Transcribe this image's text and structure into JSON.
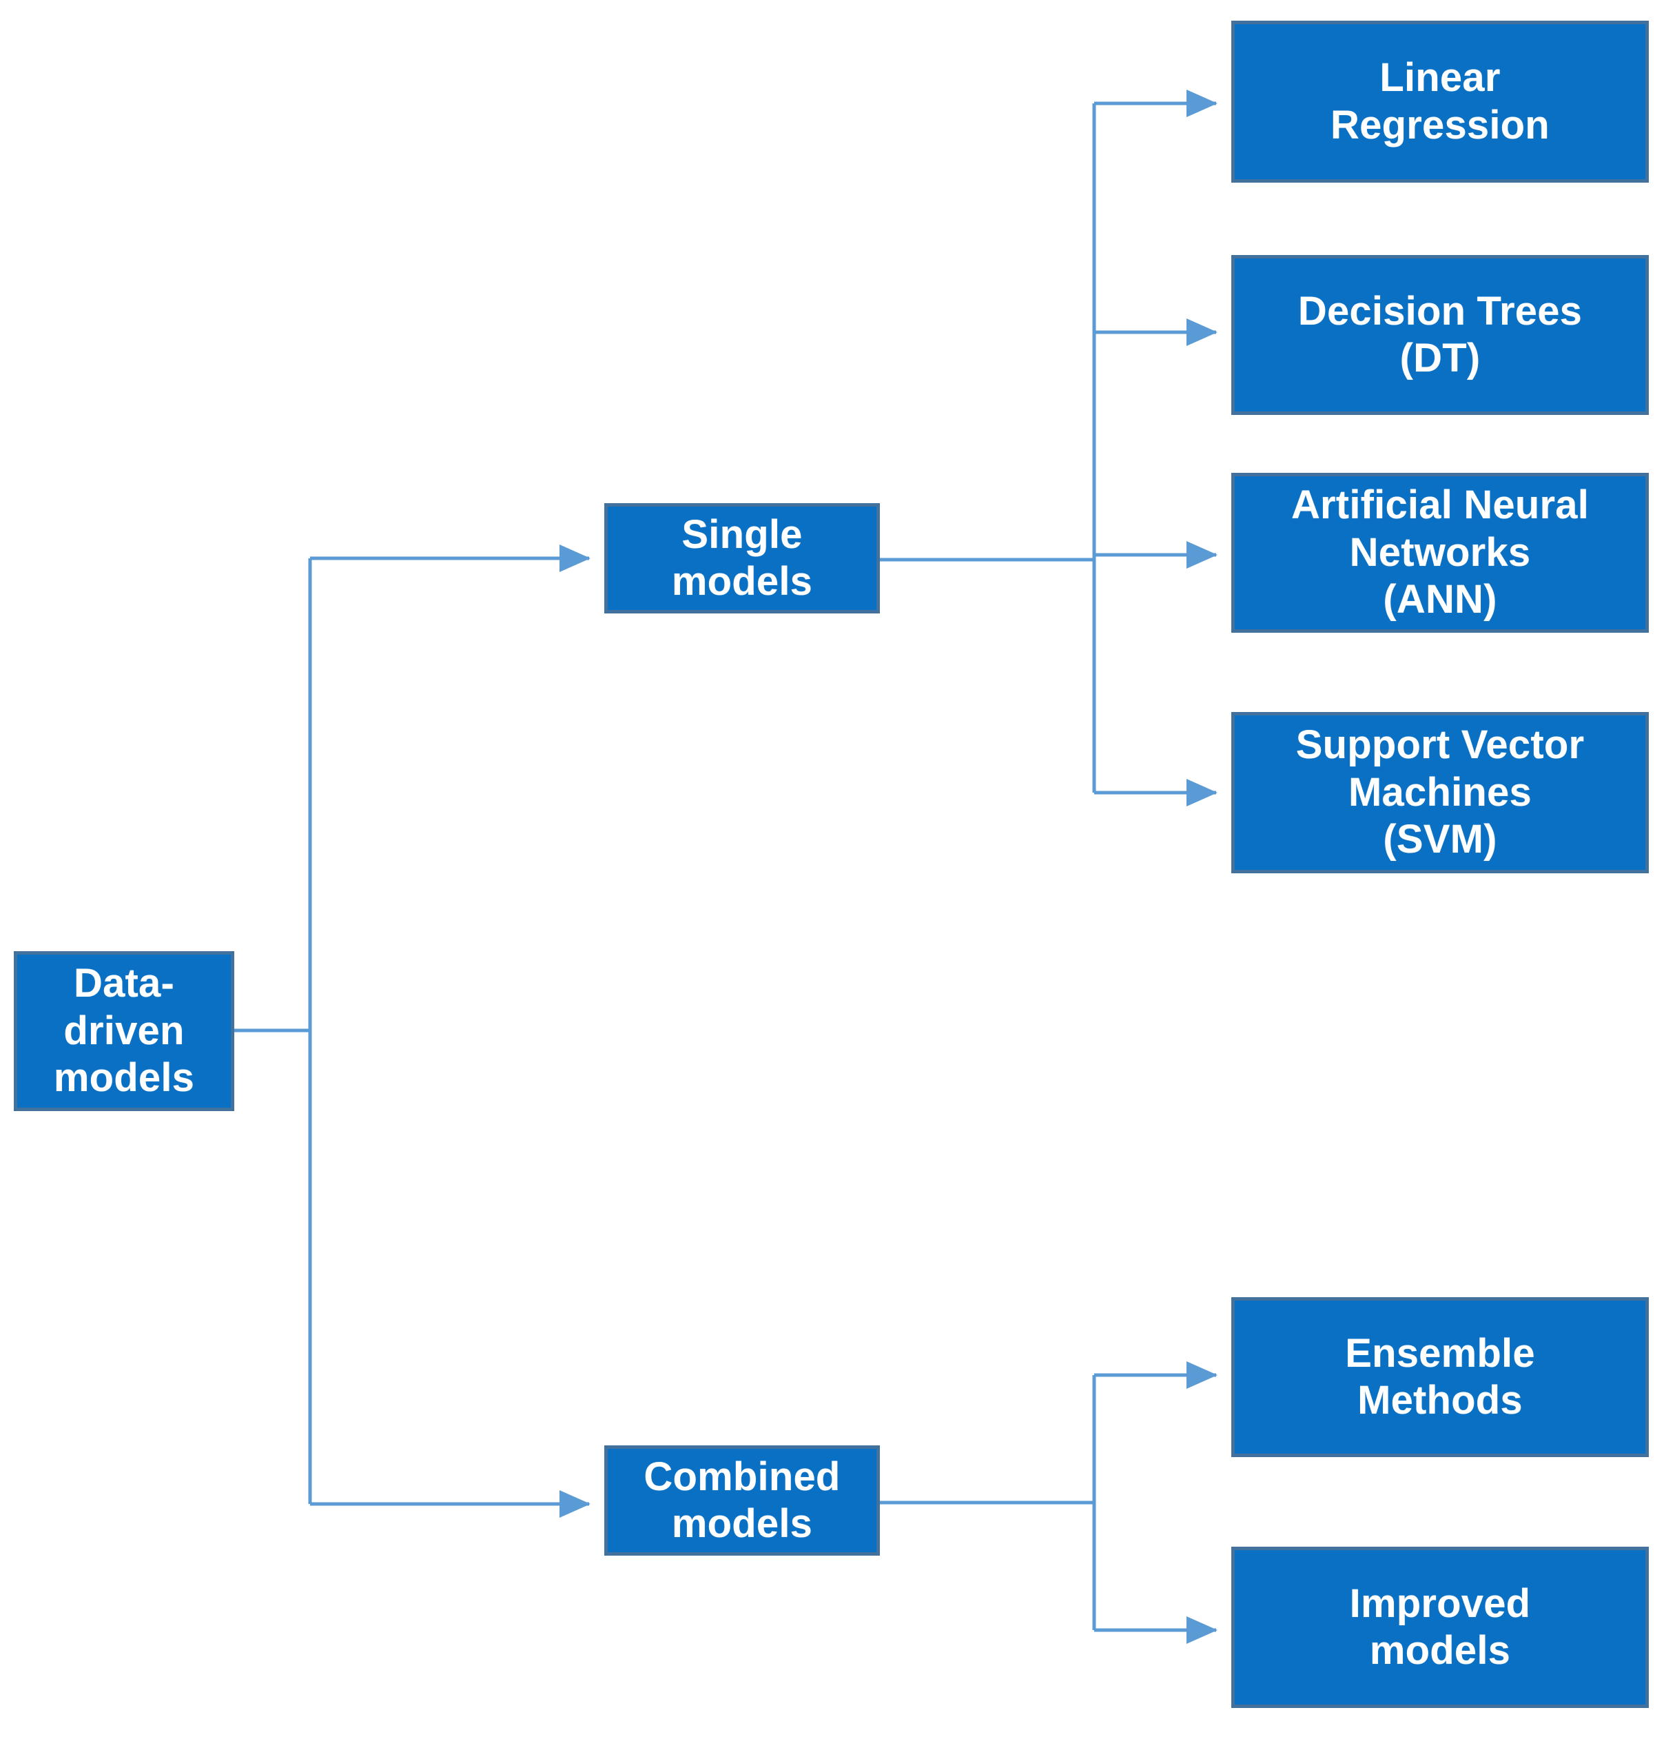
{
  "diagram": {
    "type": "tree",
    "orientation": "left-to-right",
    "colors": {
      "node_fill": "#0A70C4",
      "node_border": "#41719C",
      "node_text": "#FFFFFF",
      "connector": "#5B9BD5",
      "background": "#FFFFFF"
    },
    "root": {
      "id": "data-driven-models",
      "label": "Data-driven\nmodels"
    },
    "branches": [
      {
        "id": "single-models",
        "label": "Single\nmodels",
        "children": [
          {
            "id": "linear-regression",
            "label": "Linear\nRegression"
          },
          {
            "id": "decision-trees",
            "label": "Decision Trees\n(DT)"
          },
          {
            "id": "artificial-neural-networks",
            "label": "Artificial Neural\nNetworks\n(ANN)"
          },
          {
            "id": "support-vector-machines",
            "label": "Support Vector\nMachines\n(SVM)"
          }
        ]
      },
      {
        "id": "combined-models",
        "label": "Combined\nmodels",
        "children": [
          {
            "id": "ensemble-methods",
            "label": "Ensemble\nMethods"
          },
          {
            "id": "improved-models",
            "label": "Improved\nmodels"
          }
        ]
      }
    ]
  }
}
